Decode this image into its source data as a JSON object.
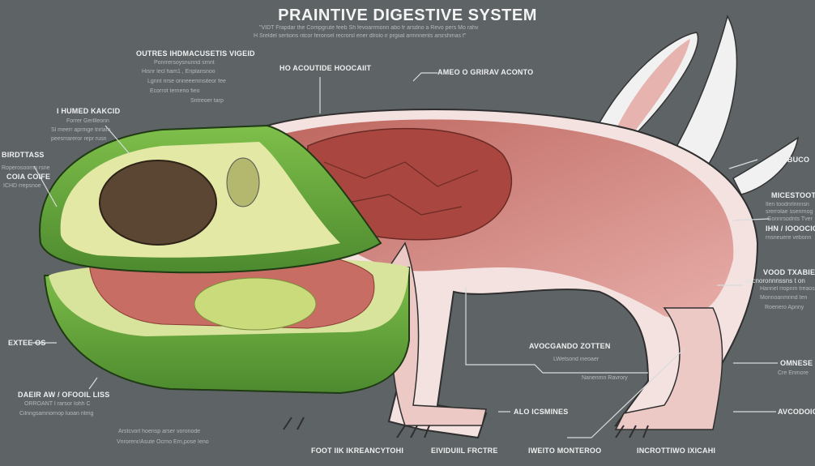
{
  "title": "PRAINTIVE DIGESTIVE SYSTEM",
  "subtitle_lines": [
    "\"VIDT Frapdar the Compgrute feeb Sh fevoarrmonn abo fr arsdno a Revo pers Mo rahv",
    "H Sreldel sertions ntcor feronsel recrorsl ener dlrolo ir prgiial armnnents arsrshmas f\""
  ],
  "colors": {
    "background": "#5e6366",
    "avocado_skin": "#5e9a3c",
    "avocado_flesh": "#d7e39a",
    "pit": "#5a4632",
    "tissue": "#d98f8a",
    "fur": "#f1f1f1"
  },
  "labels": {
    "outres": {
      "heading": "OUTRES IHDMACUSETIS VIGEID",
      "lines": [
        "Ponrrersoysnunnd srnnt",
        "Hisnr lecl fiam1 , Enplansnoo",
        "Lgnnt nrse onneeemnsiteor fee",
        "Ecorrot terneno fieo",
        "Sntreoer tarp"
      ]
    },
    "ho_acoutide": {
      "heading": "HO ACOUTIDE HOOCAIIT"
    },
    "ameo": {
      "heading": "AMEO O GRIRAV ACONTO"
    },
    "humed": {
      "heading": "I HUMED KAKCID",
      "lines": [
        "Forrer Gerllleonn",
        "Sl meerr aprmge tnrlam",
        "peesrrareror repr rusn"
      ]
    },
    "birdttass": {
      "heading": "BIRDTTASS",
      "lines": [
        "Roperosoomn rsne"
      ]
    },
    "coia": {
      "heading": "COIA COIFE",
      "lines": [
        "ICHD rrepsnoe"
      ]
    },
    "febuco": {
      "heading": "FEBUCO"
    },
    "micestoot": {
      "heading": "MICESTOOT",
      "lines": [
        "Ilen toodnrlnnnsn",
        "srerrolae ssenrnog",
        "Gonnrsodnts Tver"
      ]
    },
    "ihn": {
      "heading": "IHN / IOOOCICM",
      "lines": [
        "rnsneuere vebonn"
      ]
    },
    "vood": {
      "heading": "VOOD TXABIE",
      "lines": [
        "sacnoronnnssns t on",
        "Hannel rropnm treaos",
        "Monnoanmrind ten",
        "Roeriero Apnny"
      ]
    },
    "extee": {
      "heading": "EXTEE OS"
    },
    "daeir": {
      "heading": "DAEIR AW / OFOOIL LISS",
      "lines": [
        "ORROANT I rarsor Iohh C",
        "Cilnngsamnornop luoan ntmg"
      ]
    },
    "bottom_note": {
      "lines": [
        "Arstcvorl hoensp arser voronode",
        "Vnrorenr/Asute Ocrno Ern,pose Ieno"
      ]
    },
    "foot": {
      "heading": "FOOT IIK IKREANCYTOHI"
    },
    "avocgando": {
      "heading": "AVOCGANDO ZOTTEN",
      "lines": [
        "LWetsond ineoaer",
        "Nanenmn Ravrory"
      ]
    },
    "omnese": {
      "heading": "OMNESE",
      "lines": [
        "Cre Enmore"
      ]
    },
    "avcodoich": {
      "heading": "AVCODOICH"
    },
    "alo": {
      "heading": "ALO ICSMINES"
    },
    "evidual": {
      "heading": "EIVIDUIIL FRCTRE"
    },
    "iweito": {
      "heading": "IWEITO MONTEROO"
    },
    "incrottiwo": {
      "heading": "INCROTTIWO IXICAHI"
    }
  }
}
